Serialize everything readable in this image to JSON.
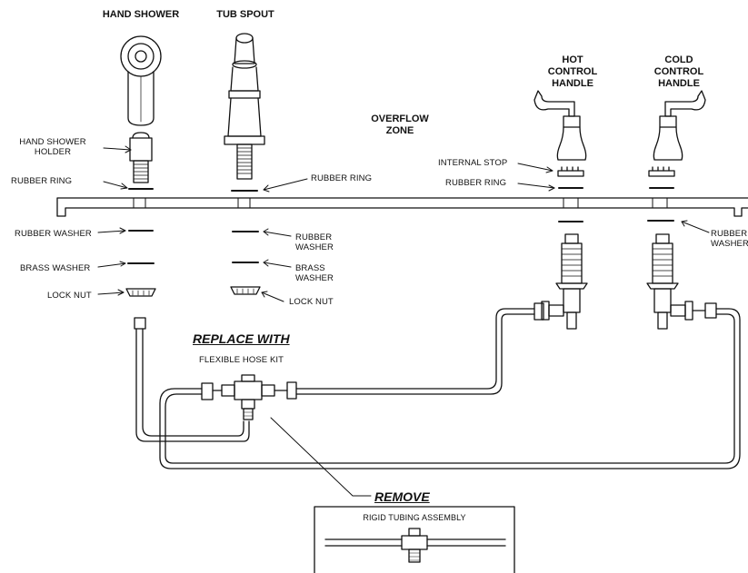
{
  "headers": {
    "hand_shower": "HAND SHOWER",
    "tub_spout": "TUB SPOUT",
    "overflow_line1": "OVERFLOW",
    "overflow_line2": "ZONE",
    "hot_line1": "HOT",
    "hot_line2": "CONTROL",
    "hot_line3": "HANDLE",
    "cold_line1": "COLD",
    "cold_line2": "CONTROL",
    "cold_line3": "HANDLE"
  },
  "labels": {
    "hand_shower_holder_1": "HAND SHOWER",
    "hand_shower_holder_2": "HOLDER",
    "rubber_ring_left": "RUBBER RING",
    "rubber_ring_spout": "RUBBER RING",
    "rubber_washer_left": "RUBBER WASHER",
    "brass_washer_left": "BRASS WASHER",
    "lock_nut_left": "LOCK NUT",
    "rubber_washer_spout_1": "RUBBER",
    "rubber_washer_spout_2": "WASHER",
    "brass_washer_spout_1": "BRASS",
    "brass_washer_spout_2": "WASHER",
    "lock_nut_spout": "LOCK NUT",
    "internal_stop": "INTERNAL STOP",
    "rubber_ring_hot": "RUBBER RING",
    "rubber_washer_right_1": "RUBBER",
    "rubber_washer_right_2": "WASHER"
  },
  "replace": {
    "title": "REPLACE WITH",
    "subtitle": "FLEXIBLE HOSE KIT"
  },
  "remove": {
    "title": "REMOVE",
    "subtitle": "RIGID TUBING ASSEMBLY"
  }
}
